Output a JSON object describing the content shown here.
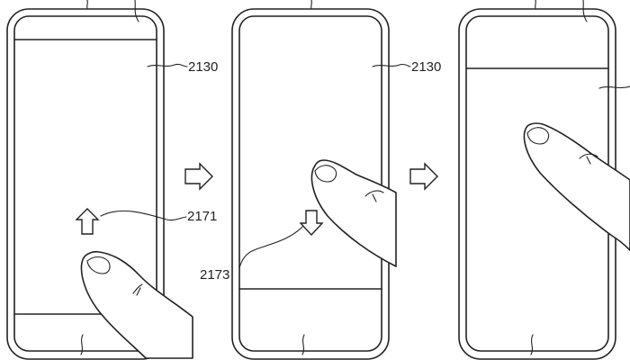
{
  "figure": {
    "panels": [
      {
        "labels": {
          "display": "2130",
          "gesture": "2171"
        },
        "gesture_arrow": "up-arrow-icon",
        "hand_icon": "hand-icon"
      },
      {
        "labels": {
          "display": "2130",
          "gesture": "2173"
        },
        "gesture_arrow": "down-arrow-icon",
        "hand_icon": "hand-icon"
      },
      {
        "labels": {},
        "hand_icon": "hand-icon"
      }
    ],
    "transition_icon": "right-arrow-icon"
  }
}
